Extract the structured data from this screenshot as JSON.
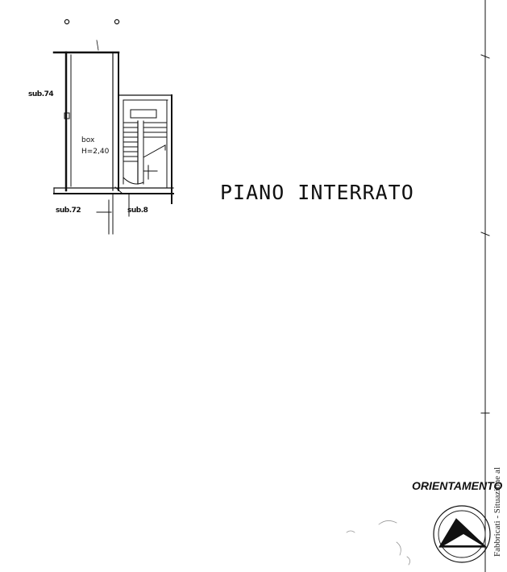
{
  "plan": {
    "label_sub74": "sub.74",
    "label_sub72": "sub.72",
    "label_sub8": "sub.8",
    "room_name": "box",
    "room_height": "H=2,40"
  },
  "title": "PIANO INTERRATO",
  "orientation": {
    "label": "ORIENTAMENTO"
  },
  "margin_text": "Fabbricati - Situazione al"
}
